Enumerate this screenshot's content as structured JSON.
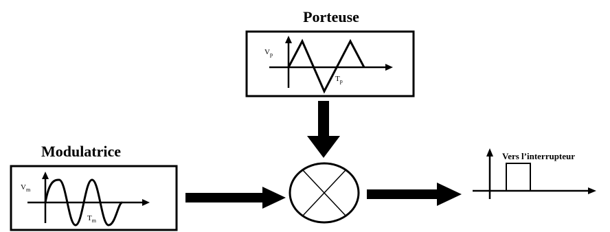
{
  "carrier": {
    "title": "Porteuse",
    "amplitude_label": "V",
    "amplitude_sub": "p",
    "period_label": "T",
    "period_sub": "p"
  },
  "modulator": {
    "title": "Modulatrice",
    "amplitude_label": "V",
    "amplitude_sub": "m",
    "period_label": "T",
    "period_sub": "m"
  },
  "output": {
    "label": "Vers l’interrupteur"
  }
}
